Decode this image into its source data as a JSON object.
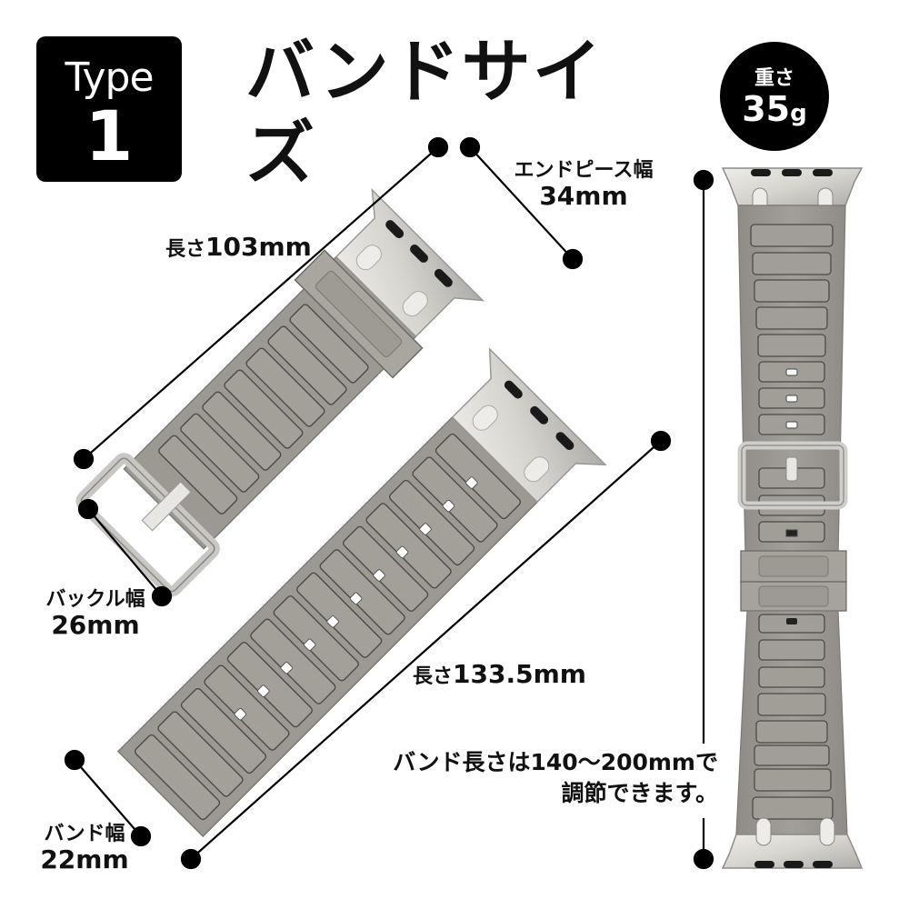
{
  "badge": {
    "line1": "Type",
    "line2": "1"
  },
  "title": "バンドサイズ",
  "weight": {
    "label": "重さ",
    "value": "35",
    "unit": "g"
  },
  "annotations": {
    "end_piece_width": {
      "label": "エンドピース幅",
      "value": "34mm"
    },
    "length_short": {
      "label": "長さ",
      "value": "103mm"
    },
    "buckle_width": {
      "label": "バックル幅",
      "value": "26mm"
    },
    "length_long": {
      "label": "長さ",
      "value": "133.5mm"
    },
    "band_width": {
      "label": "バンド幅",
      "value": "22mm"
    },
    "adjustable": {
      "line1": "バンド長さは140〜200mmで",
      "line2": "調節できます。"
    }
  },
  "colors": {
    "band": "#9a9690",
    "band_shadow": "#7d7974",
    "metal": "#dcdad6",
    "metal_dark": "#b8b6b2",
    "badge_bg": "#000000",
    "text": "#111111"
  }
}
